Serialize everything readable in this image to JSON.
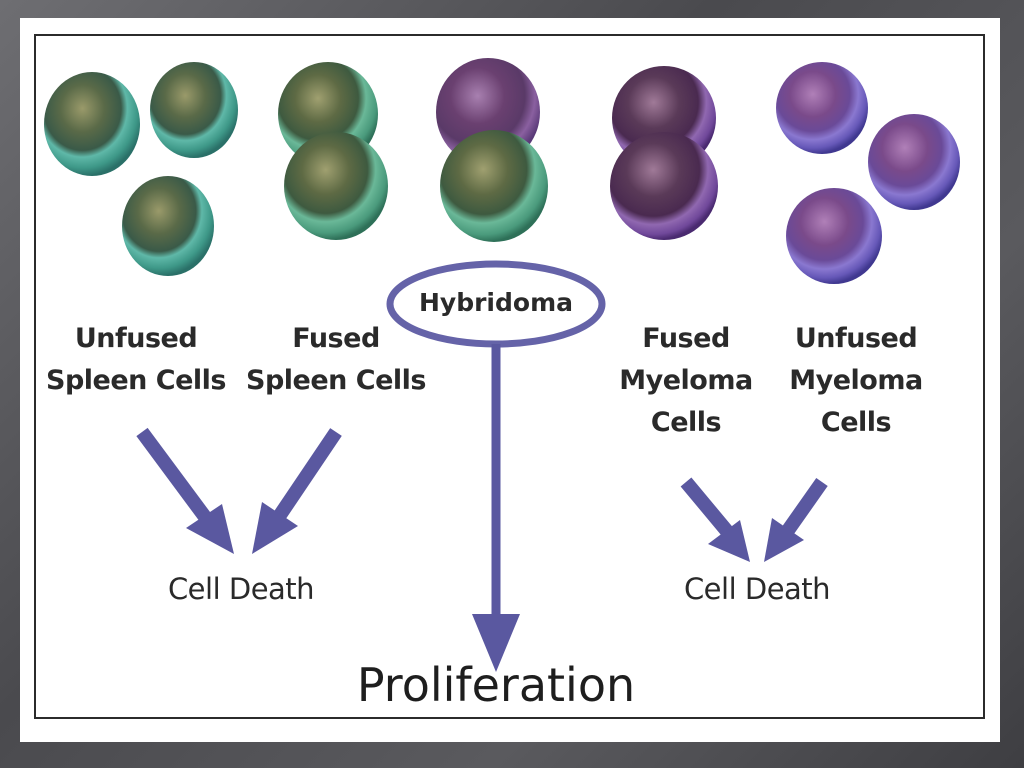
{
  "diagram": {
    "labels": {
      "unfused_spleen": [
        "Unfused",
        "Spleen Cells"
      ],
      "fused_spleen": [
        "Fused",
        "Spleen Cells"
      ],
      "hybridoma": "Hybridoma",
      "fused_myeloma": [
        "Fused",
        "Myeloma",
        "Cells"
      ],
      "unfused_myeloma": [
        "Unfused",
        "Myeloma",
        "Cells"
      ],
      "cell_death_left": "Cell Death",
      "cell_death_right": "Cell Death",
      "proliferation": "Proliferation"
    },
    "colors": {
      "arrow": "#5a58a0",
      "hybridoma_ellipse": "#6563a8",
      "spleen_cell": "#4aa89a",
      "fused_spleen_cell": "#5fa088",
      "hybridoma_top": "#8a5a9a",
      "myeloma_cell": "#8a5aa0",
      "unfused_myeloma_cell": "#6a5ab0"
    }
  }
}
